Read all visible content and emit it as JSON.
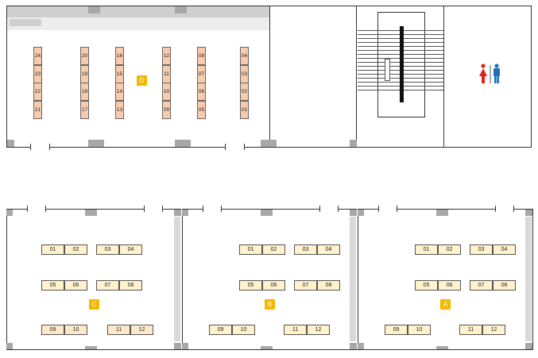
{
  "rooms": {
    "A": {
      "label": "A",
      "desks": [
        "01",
        "02",
        "03",
        "04",
        "05",
        "06",
        "07",
        "08",
        "09",
        "10",
        "11",
        "12"
      ]
    },
    "B": {
      "label": "B",
      "desks": [
        "01",
        "02",
        "03",
        "04",
        "05",
        "06",
        "07",
        "08",
        "09",
        "10",
        "11",
        "12"
      ]
    },
    "C": {
      "label": "C",
      "desks": [
        "01",
        "02",
        "03",
        "04",
        "05",
        "06",
        "07",
        "08",
        "09",
        "10",
        "11",
        "12"
      ]
    },
    "D": {
      "label": "D",
      "columns": [
        [
          "24",
          "23",
          "22",
          "21"
        ],
        [
          "20",
          "19",
          "18",
          "17"
        ],
        [
          "16",
          "15",
          "14",
          "13"
        ],
        [
          "12",
          "11",
          "10",
          "09"
        ],
        [
          "08",
          "07",
          "06",
          "05"
        ],
        [
          "04",
          "03",
          "02",
          "01"
        ]
      ]
    }
  },
  "restroom": {
    "icon": "restroom-icon",
    "female_color": "#e02020",
    "male_color": "#1f6fb5"
  },
  "colors": {
    "label_accent": "#f5b800",
    "desk_fill": "#fff2cc",
    "shelf_fill": "#f8cbad"
  }
}
